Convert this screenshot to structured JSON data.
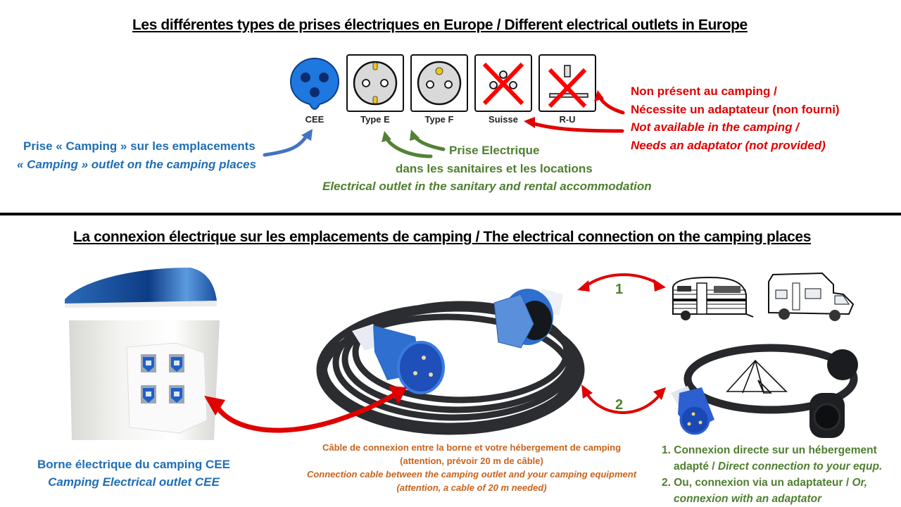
{
  "top_section": {
    "title": "Les différentes types de prises électriques en Europe / Different electrical outlets in Europe",
    "outlets": [
      {
        "label": "CEE",
        "icon": "cee-socket-icon",
        "available": true
      },
      {
        "label": "Type E",
        "icon": "type-e-socket-icon",
        "available": true
      },
      {
        "label": "Type F",
        "icon": "type-f-socket-icon",
        "available": true
      },
      {
        "label": "Suisse",
        "icon": "swiss-socket-icon",
        "available": false
      },
      {
        "label": "R-U",
        "icon": "uk-socket-icon",
        "available": false
      }
    ],
    "camping_note": {
      "fr": "Prise « Camping » sur les emplacements",
      "en": "« Camping » outlet on the camping places",
      "color": "#1f6eb5"
    },
    "sanitary_note": {
      "fr_line1": "Prise Electrique",
      "fr_line2": "dans les sanitaires et les locations",
      "en": "Electrical outlet in the sanitary and rental accommodation",
      "color": "#4f7f2f"
    },
    "unavailable_note": {
      "fr_line1": "Non présent au camping /",
      "fr_line2": "Nécessite un adaptateur (non fourni)",
      "en_line1": "Not available in the camping /",
      "en_line2": "Needs an adaptator (not provided)",
      "color": "#e00000"
    }
  },
  "bottom_section": {
    "title": "La connexion électrique sur les emplacements de camping / The electrical connection on the camping places",
    "borne": {
      "fr": "Borne électrique du camping CEE",
      "en": "Camping Electrical outlet CEE",
      "image": "camping-power-bollard-image"
    },
    "cable": {
      "fr_line1": "Câble de connexion entre la borne et votre hébergement de camping",
      "fr_line2": "(attention, prévoir 20 m de câble)",
      "en_line1": "Connection cable between the camping outlet and your camping equipment",
      "en_line2": "(attention, a cable of 20 m needed)",
      "color": "#c8631b",
      "image": "cee-extension-cable-image"
    },
    "connections": [
      {
        "number": "1",
        "target": "caravan and motorhome"
      },
      {
        "number": "2",
        "target": "tent via adaptor"
      }
    ],
    "options": [
      {
        "num": "1.",
        "fr": "Connexion directe sur un hébergement",
        "fr2": "adapté / ",
        "en": "Direct connection to your equp."
      },
      {
        "num": "2.",
        "fr": "Ou, connexion via un adaptateur / ",
        "en1": "Or,",
        "en2": "connexion with an adaptator"
      }
    ],
    "arrow_color": "#e00000",
    "number_color": "#4f7f2f"
  }
}
